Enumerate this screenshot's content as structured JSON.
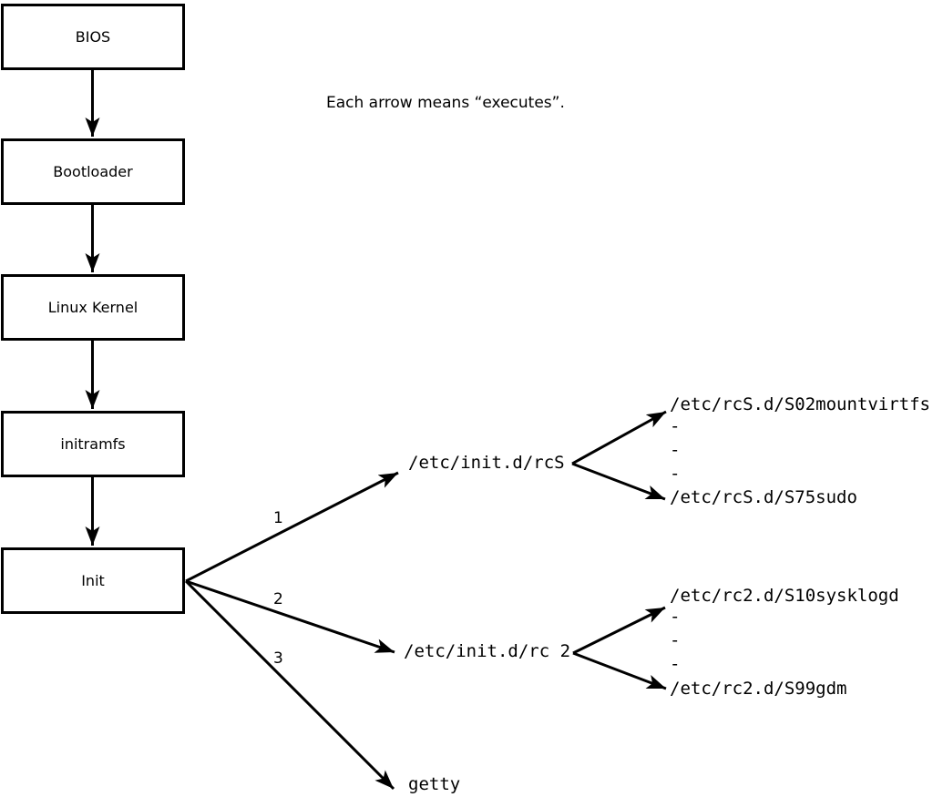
{
  "note": "Each arrow means “executes”.",
  "nodes": [
    {
      "label": "BIOS"
    },
    {
      "label": "Bootloader"
    },
    {
      "label": "Linux Kernel"
    },
    {
      "label": "initramfs"
    },
    {
      "label": "Init"
    }
  ],
  "init_branches": [
    {
      "number": "1",
      "target": "/etc/init.d/rcS"
    },
    {
      "number": "2",
      "target": "/etc/init.d/rc 2"
    },
    {
      "number": "3",
      "target": "getty"
    }
  ],
  "rcs_scripts": {
    "first": "/etc/rcS.d/S02mountvirtfs",
    "ellipsis": [
      "-",
      "-",
      "-"
    ],
    "last": "/etc/rcS.d/S75sudo"
  },
  "rc2_scripts": {
    "first": "/etc/rc2.d/S10sysklogd",
    "ellipsis": [
      "-",
      "-",
      "-"
    ],
    "last": "/etc/rc2.d/S99gdm"
  },
  "colors": {
    "ink": "#000000",
    "background": "#ffffff"
  }
}
